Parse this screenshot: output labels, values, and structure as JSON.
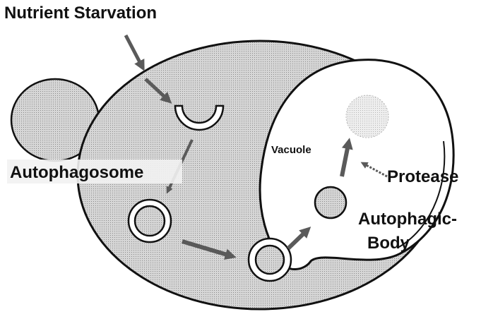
{
  "labels": {
    "nutrient_starvation": "Nutrient Starvation",
    "autophagosome": "Autophagosome",
    "vacuole": "Vacuole",
    "protease": "Protease",
    "autophagic_line1": "Autophagic-",
    "autophagic_line2": "Body"
  },
  "colors": {
    "cytoplasm_fill": "#c8c8c8",
    "outline": "#111111",
    "vacuole_fill": "#ffffff",
    "arrow": "#5a5a5a",
    "degraded_body": "#dcdcdc"
  }
}
